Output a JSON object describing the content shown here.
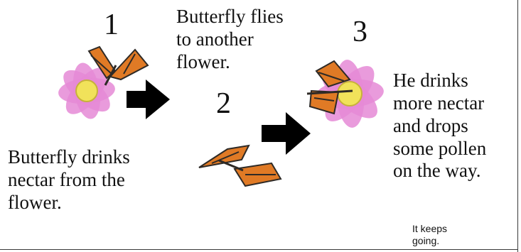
{
  "steps": {
    "n1": "1",
    "n2": "2",
    "n3": "3"
  },
  "captions": {
    "top": [
      "Butterfly flies",
      "to another",
      "flower."
    ],
    "left": [
      "Butterfly drinks",
      "nectar from the",
      "flower."
    ],
    "right": [
      "He drinks",
      "more nectar",
      "and drops",
      "some pollen",
      "on the way."
    ]
  },
  "note": [
    "It keeps",
    "going."
  ],
  "colors": {
    "petal": "#e58ad6",
    "flower_center": "#f1e25a",
    "wing": "#e07a25",
    "vein": "#2e2a26",
    "arrow": "#000000"
  }
}
